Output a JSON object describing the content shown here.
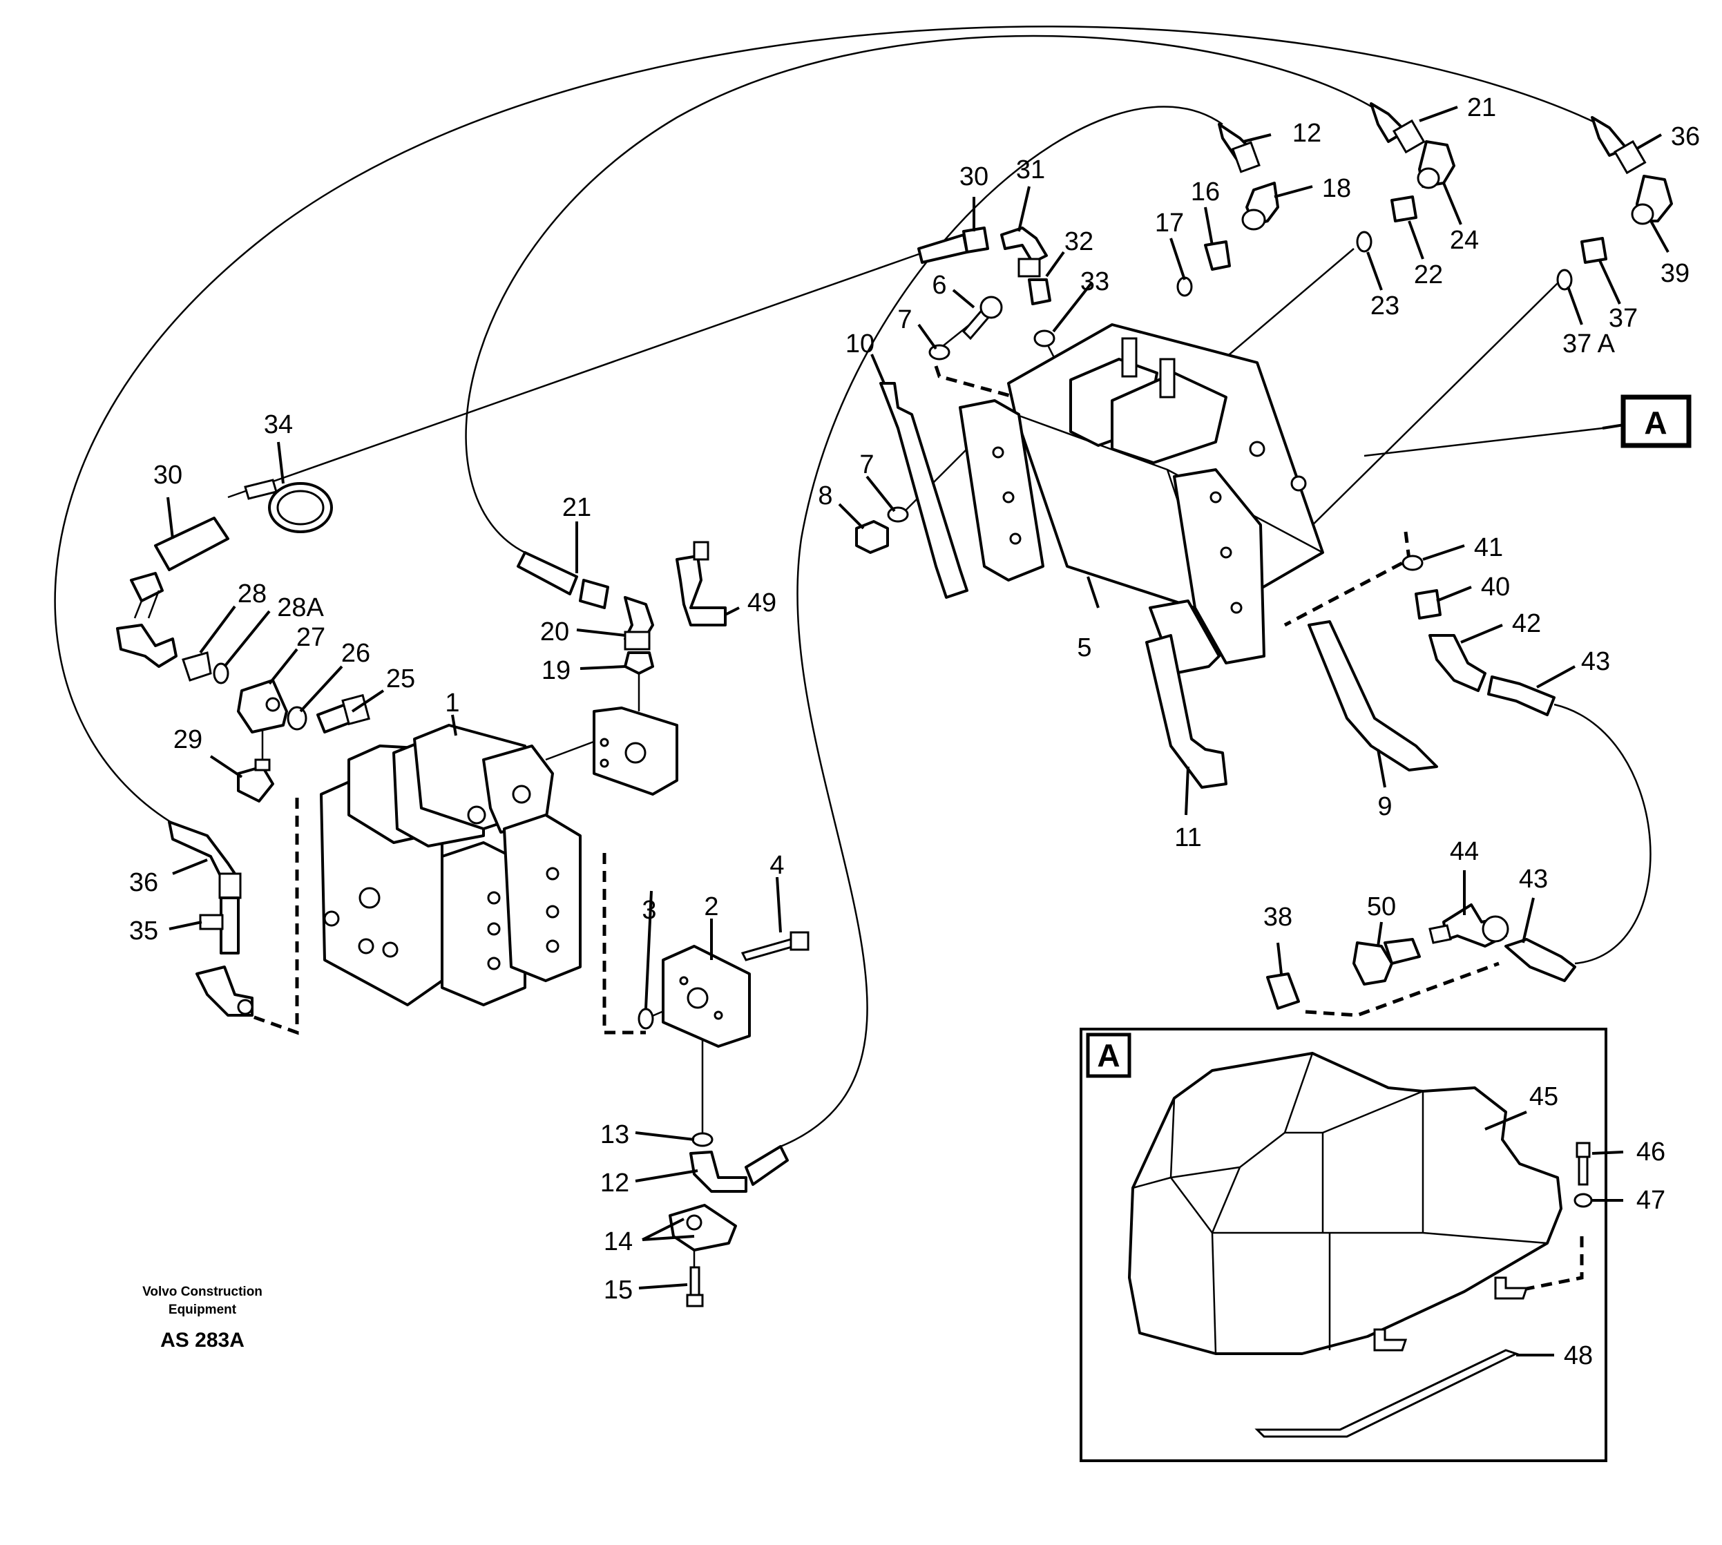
{
  "diagram": {
    "callouts": [
      {
        "id": "c1",
        "text": "1"
      },
      {
        "id": "c2",
        "text": "2"
      },
      {
        "id": "c3",
        "text": "3"
      },
      {
        "id": "c4",
        "text": "4"
      },
      {
        "id": "c5",
        "text": "5"
      },
      {
        "id": "c6",
        "text": "6"
      },
      {
        "id": "c7a",
        "text": "7"
      },
      {
        "id": "c7b",
        "text": "7"
      },
      {
        "id": "c8",
        "text": "8"
      },
      {
        "id": "c9",
        "text": "9"
      },
      {
        "id": "c10",
        "text": "10"
      },
      {
        "id": "c11",
        "text": "11"
      },
      {
        "id": "c12a",
        "text": "12"
      },
      {
        "id": "c12b",
        "text": "12"
      },
      {
        "id": "c13",
        "text": "13"
      },
      {
        "id": "c14",
        "text": "14"
      },
      {
        "id": "c15",
        "text": "15"
      },
      {
        "id": "c16",
        "text": "16"
      },
      {
        "id": "c17",
        "text": "17"
      },
      {
        "id": "c18",
        "text": "18"
      },
      {
        "id": "c19",
        "text": "19"
      },
      {
        "id": "c20",
        "text": "20"
      },
      {
        "id": "c21a",
        "text": "21"
      },
      {
        "id": "c21b",
        "text": "21"
      },
      {
        "id": "c22",
        "text": "22"
      },
      {
        "id": "c23",
        "text": "23"
      },
      {
        "id": "c24",
        "text": "24"
      },
      {
        "id": "c25",
        "text": "25"
      },
      {
        "id": "c26",
        "text": "26"
      },
      {
        "id": "c27",
        "text": "27"
      },
      {
        "id": "c28",
        "text": "28"
      },
      {
        "id": "c28A",
        "text": "28A"
      },
      {
        "id": "c29",
        "text": "29"
      },
      {
        "id": "c30a",
        "text": "30"
      },
      {
        "id": "c30b",
        "text": "30"
      },
      {
        "id": "c31",
        "text": "31"
      },
      {
        "id": "c32",
        "text": "32"
      },
      {
        "id": "c33",
        "text": "33"
      },
      {
        "id": "c34",
        "text": "34"
      },
      {
        "id": "c35",
        "text": "35"
      },
      {
        "id": "c36a",
        "text": "36"
      },
      {
        "id": "c36b",
        "text": "36"
      },
      {
        "id": "c37",
        "text": "37"
      },
      {
        "id": "c37A",
        "text": "37 A"
      },
      {
        "id": "c38",
        "text": "38"
      },
      {
        "id": "c39",
        "text": "39"
      },
      {
        "id": "c40",
        "text": "40"
      },
      {
        "id": "c41",
        "text": "41"
      },
      {
        "id": "c42",
        "text": "42"
      },
      {
        "id": "c43a",
        "text": "43"
      },
      {
        "id": "c43b",
        "text": "43"
      },
      {
        "id": "c44",
        "text": "44"
      },
      {
        "id": "c45",
        "text": "45"
      },
      {
        "id": "c46",
        "text": "46"
      },
      {
        "id": "c47",
        "text": "47"
      },
      {
        "id": "c48",
        "text": "48"
      },
      {
        "id": "c49",
        "text": "49"
      },
      {
        "id": "c50",
        "text": "50"
      }
    ],
    "detail_marker": "A",
    "detail_box_label": "A"
  },
  "footer": {
    "company_line1": "Volvo Construction",
    "company_line2": "Equipment",
    "drawing_code": "AS 283A"
  }
}
